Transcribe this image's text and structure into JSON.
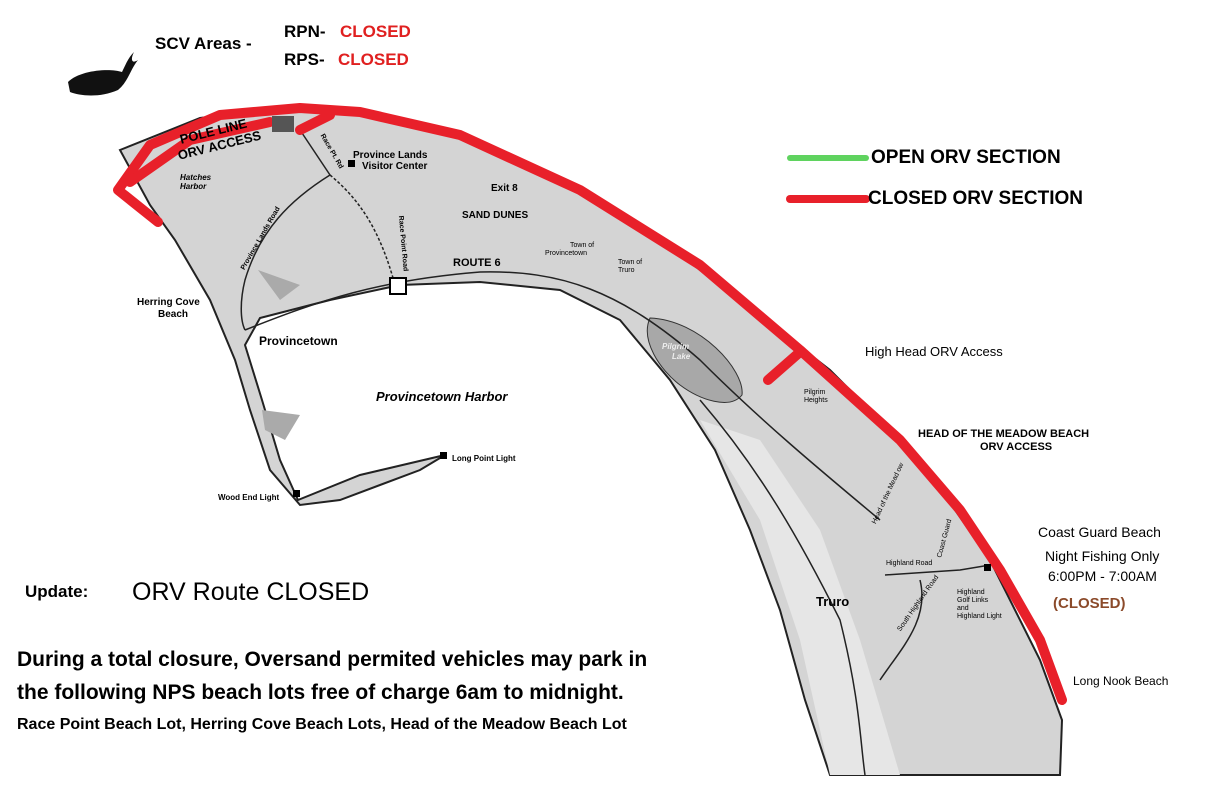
{
  "header": {
    "scv_label": "SCV Areas -",
    "rpn_label": "RPN-",
    "rpn_status": "CLOSED",
    "rps_label": "RPS-",
    "rps_status": "CLOSED"
  },
  "legend": {
    "open_label": "OPEN ORV SECTION",
    "closed_label": "CLOSED ORV SECTION",
    "open_color": "#5fd35f",
    "closed_color": "#e8202a"
  },
  "map_labels": {
    "pole_line_1": "POLE LINE",
    "pole_line_2": "ORV ACCESS",
    "hatches_1": "Hatches",
    "hatches_2": "Harbor",
    "visitor_center_1": "Province Lands",
    "visitor_center_2": "Visitor Center",
    "race_pt_rd": "Race Pt. Rd",
    "exit8": "Exit 8",
    "sand_dunes": "SAND DUNES",
    "province_lands_road": "Province Lands Road",
    "race_point_road": "Race Point Road",
    "town_ptown_1": "Town of",
    "town_ptown_2": "Provincetown",
    "town_truro_1": "Town of",
    "town_truro_2": "Truro",
    "route6": "ROUTE 6",
    "herring_cove_1": "Herring Cove",
    "herring_cove_2": "Beach",
    "provincetown": "Provincetown",
    "harbor": "Provincetown  Harbor",
    "pilgrim_lake_1": "Pilgrim",
    "pilgrim_lake_2": "Lake",
    "high_head": "High Head ORV Access",
    "pilgrim_heights_1": "Pilgrim",
    "pilgrim_heights_2": "Heights",
    "head_meadow_1": "HEAD OF THE MEADOW BEACH",
    "head_meadow_2": "ORV ACCESS",
    "head_meadow_rd": "Head of the Mead ow",
    "long_point": "Long Point Light",
    "wood_end": "Wood End Light",
    "coast_guard_rd": "Coast Guard",
    "highland_road": "Highland Road",
    "south_highland": "South Highland Road",
    "highland_golf_1": "Highland",
    "highland_golf_2": "Golf Links",
    "highland_golf_3": "and",
    "highland_golf_4": "Highland Light",
    "truro": "Truro",
    "coast_guard_beach": "Coast Guard Beach",
    "night_fishing": "Night Fishing Only",
    "night_hours": "6:00PM - 7:00AM",
    "night_status": "(CLOSED)",
    "long_nook": "Long Nook Beach"
  },
  "update": {
    "label": "Update:",
    "status": "ORV Route CLOSED"
  },
  "notice": {
    "line1": "During a total closure, Oversand permited vehicles may park in",
    "line2": "the following NPS beach lots free of charge 6am to midnight.",
    "line3": "Race Point Beach Lot, Herring Cove Beach Lots, Head of the Meadow Beach Lot"
  },
  "icons": {
    "logo": "whale-icon"
  }
}
